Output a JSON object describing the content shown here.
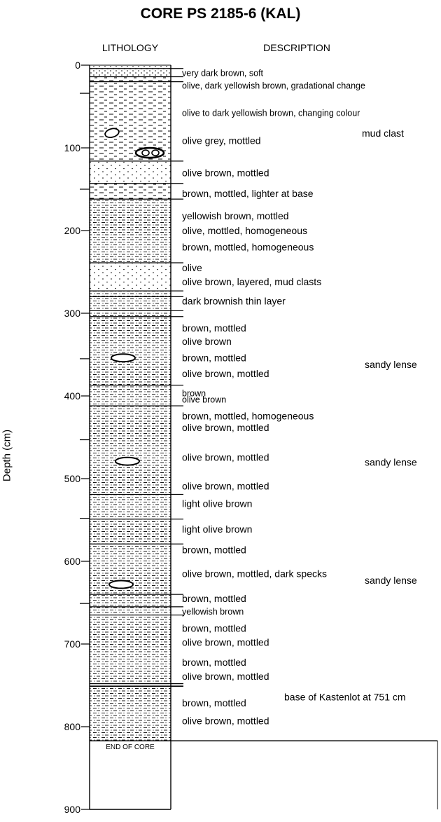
{
  "title": "CORE PS 2185-6 (KAL)",
  "headers": {
    "lithology": "LITHOLOGY",
    "description": "DESCRIPTION"
  },
  "axis": {
    "label": "Depth (cm)",
    "min": 0,
    "max": 900,
    "ticks": [
      0,
      100,
      200,
      300,
      400,
      500,
      600,
      700,
      800,
      900
    ]
  },
  "end_of_core": {
    "label": "END OF CORE",
    "depth": 817
  },
  "log_boundaries": [
    4,
    14,
    20,
    116,
    143,
    162,
    239,
    273,
    280,
    297,
    304,
    387,
    412,
    519,
    549,
    579,
    640,
    655,
    665,
    748,
    751,
    817
  ],
  "lithology_units": [
    {
      "from": 0,
      "to": 14,
      "pattern": "sand-coarse"
    },
    {
      "from": 14,
      "to": 116,
      "pattern": "mud-dash"
    },
    {
      "from": 116,
      "to": 143,
      "pattern": "sand-fine"
    },
    {
      "from": 143,
      "to": 162,
      "pattern": "mud-dash"
    },
    {
      "from": 162,
      "to": 239,
      "pattern": "mud-sand"
    },
    {
      "from": 239,
      "to": 273,
      "pattern": "sand-fine"
    },
    {
      "from": 273,
      "to": 817,
      "pattern": "mud-sand"
    }
  ],
  "clasts": [
    {
      "depth": 82,
      "type": "mud clast"
    },
    {
      "depth": 106,
      "type": "mud clast cluster"
    },
    {
      "depth": 354,
      "type": "sandy lense"
    },
    {
      "depth": 479,
      "type": "sandy lense"
    },
    {
      "depth": 628,
      "type": "sandy lense"
    }
  ],
  "descriptions": [
    {
      "depth": 9,
      "text": "very dark brown, soft",
      "size": "small"
    },
    {
      "depth": 24,
      "text": "olive, dark yellowish brown, gradational change",
      "size": "small"
    },
    {
      "depth": 57,
      "text": "olive to dark yellowish brown, changing colour",
      "size": "small"
    },
    {
      "depth": 91,
      "text": "olive grey, mottled"
    },
    {
      "depth": 130,
      "text": "olive brown, mottled"
    },
    {
      "depth": 155,
      "text": "brown, mottled, lighter at base"
    },
    {
      "depth": 182,
      "text": "yellowish brown, mottled"
    },
    {
      "depth": 200,
      "text": "olive, mottled, homogeneous"
    },
    {
      "depth": 220,
      "text": "brown, mottled, homogeneous"
    },
    {
      "depth": 245,
      "text": "olive"
    },
    {
      "depth": 262,
      "text": "olive brown, layered, mud clasts"
    },
    {
      "depth": 285,
      "text": "dark brownish thin layer"
    },
    {
      "depth": 318,
      "text": "brown, mottled"
    },
    {
      "depth": 334,
      "text": "olive brown"
    },
    {
      "depth": 354,
      "text": "brown, mottled"
    },
    {
      "depth": 373,
      "text": "olive brown, mottled"
    },
    {
      "depth": 396,
      "text": "brown",
      "size": "small"
    },
    {
      "depth": 404,
      "text": "olive brown",
      "size": "small"
    },
    {
      "depth": 424,
      "text": "brown, mottled, homogeneous"
    },
    {
      "depth": 438,
      "text": "olive brown, mottled"
    },
    {
      "depth": 474,
      "text": "olive brown, mottled"
    },
    {
      "depth": 509,
      "text": "olive brown, mottled"
    },
    {
      "depth": 530,
      "text": "light olive brown"
    },
    {
      "depth": 561,
      "text": "light olive brown"
    },
    {
      "depth": 586,
      "text": "brown, mottled"
    },
    {
      "depth": 615,
      "text": "olive brown, mottled, dark specks"
    },
    {
      "depth": 645,
      "text": "brown, mottled"
    },
    {
      "depth": 660,
      "text": "yellowish brown",
      "size": "small"
    },
    {
      "depth": 681,
      "text": "brown, mottled"
    },
    {
      "depth": 698,
      "text": "olive brown, mottled"
    },
    {
      "depth": 722,
      "text": "brown, mottled"
    },
    {
      "depth": 739,
      "text": "olive brown, mottled"
    },
    {
      "depth": 771,
      "text": "brown, mottled"
    },
    {
      "depth": 793,
      "text": "olive brown, mottled"
    }
  ],
  "annotations": [
    {
      "depth": 82,
      "text": "mud clast"
    },
    {
      "depth": 362,
      "text": "sandy lense"
    },
    {
      "depth": 480,
      "text": "sandy lense"
    },
    {
      "depth": 623,
      "text": "sandy lense"
    },
    {
      "depth": 764,
      "text": "base of Kastenlot at 751 cm"
    }
  ],
  "outer_ticks": [
    34,
    150,
    355,
    453,
    548,
    651
  ]
}
